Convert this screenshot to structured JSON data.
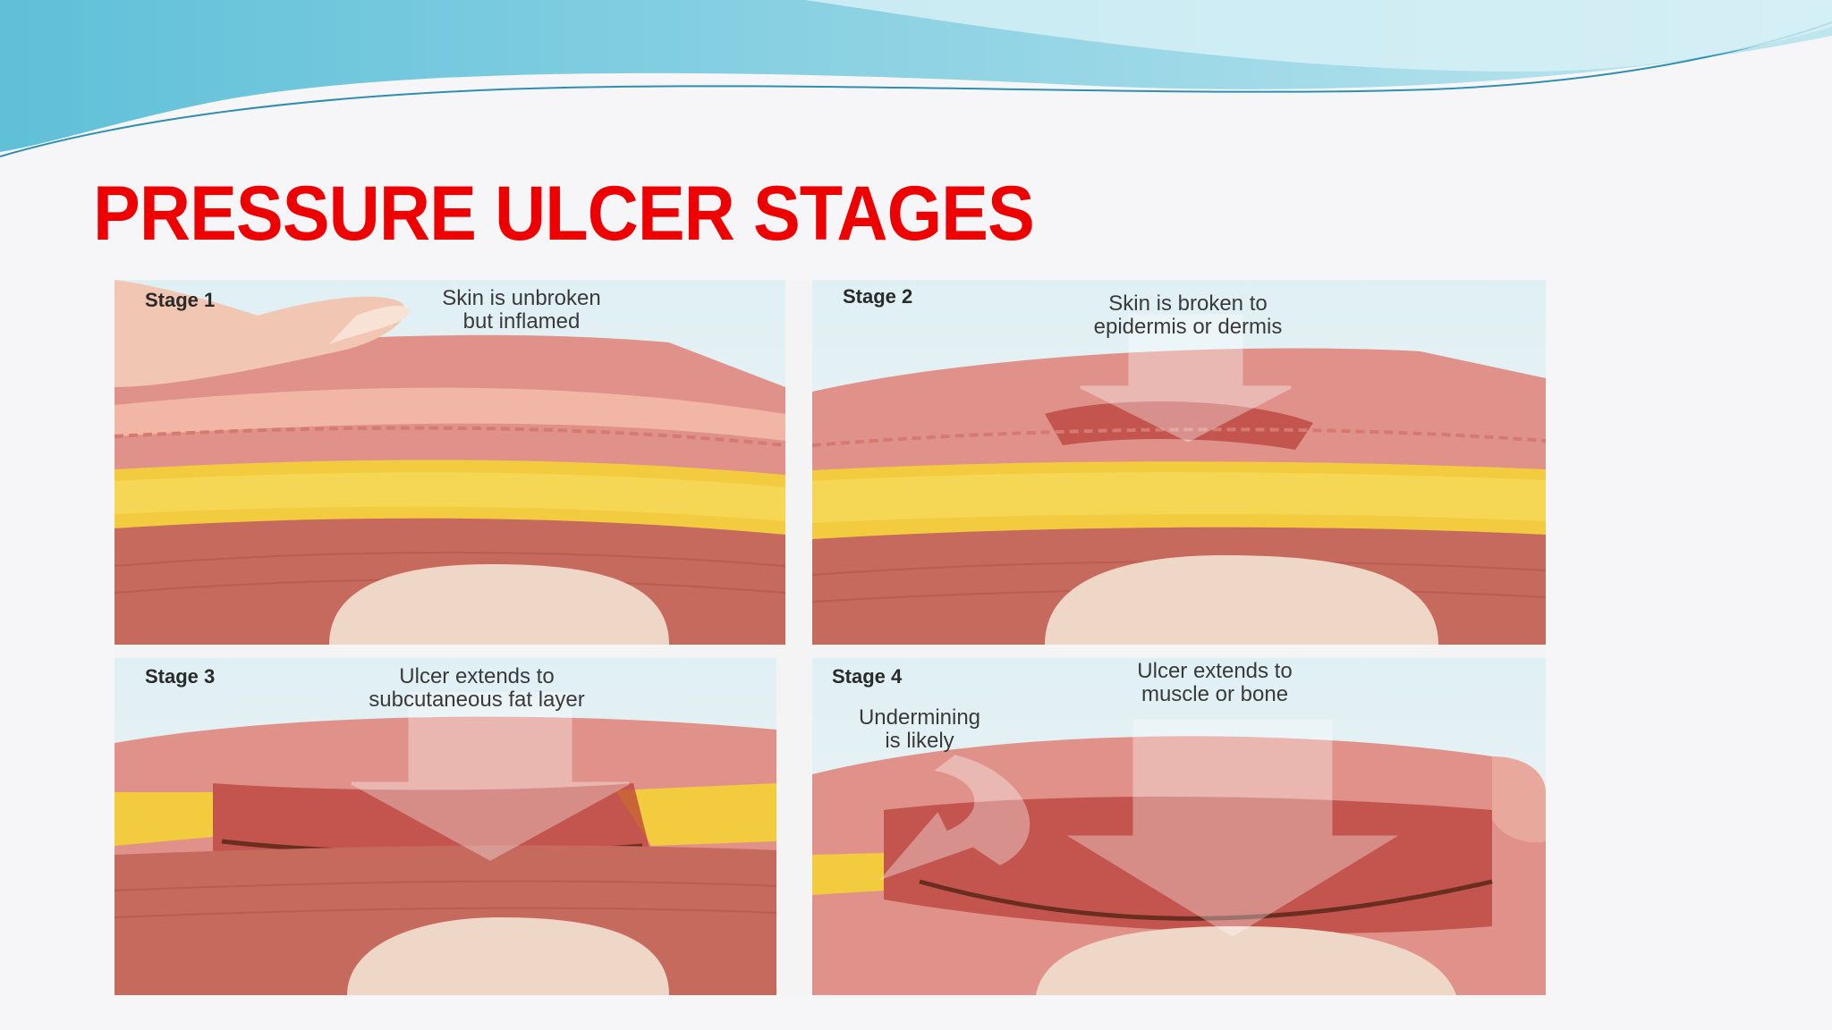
{
  "slide": {
    "title": "PRESSURE ULCER STAGES"
  },
  "figure": {
    "stages": [
      {
        "label": "Stage 1",
        "caption_line1": "Skin is unbroken",
        "caption_line2": "but inflamed"
      },
      {
        "label": "Stage 2",
        "caption_line1": "Skin is broken to",
        "caption_line2": "epidermis or dermis"
      },
      {
        "label": "Stage 3",
        "caption_line1": "Ulcer extends to",
        "caption_line2": "subcutaneous fat layer"
      },
      {
        "label": "Stage 4",
        "caption_line1": "Ulcer extends to",
        "caption_line2": "muscle or bone",
        "extra_line1": "Undermining",
        "extra_line2": "is likely"
      }
    ]
  },
  "colors": {
    "title": "#ee0000",
    "swoosh": "#6cc4dc",
    "skin": "#e59a8a",
    "fat": "#f0c83c",
    "muscle": "#c46458",
    "bone": "#efd7c8"
  }
}
